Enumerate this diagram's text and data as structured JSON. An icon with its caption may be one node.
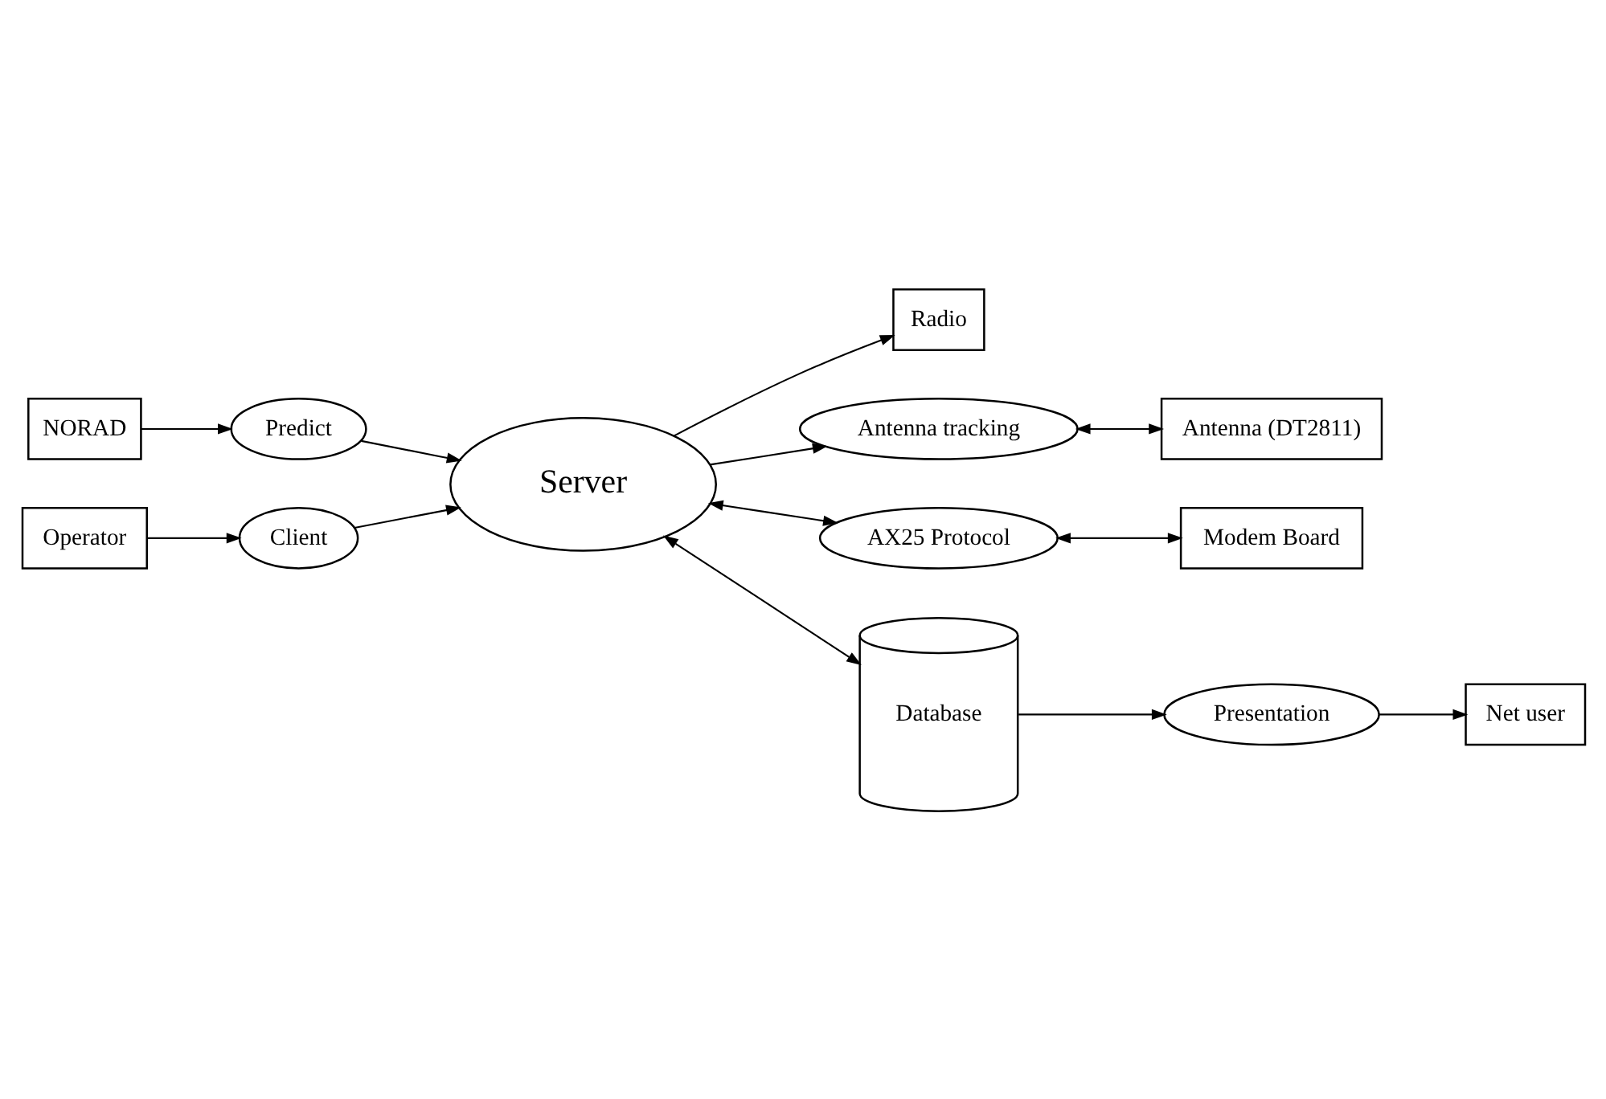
{
  "diagram": {
    "nodes": [
      {
        "text": [
          "Antenna (DT2811)"
        ]
      },
      {
        "text": [
          "Radio"
        ]
      },
      {
        "text": [
          "Modem Board"
        ]
      },
      {
        "text": [
          "Antenna tracking"
        ]
      },
      {
        "text": [
          "AX25 Protocol"
        ]
      },
      {
        "text": [
          "NORAD"
        ]
      },
      {
        "text": [
          "Predict"
        ]
      },
      {
        "text": [
          "Server"
        ]
      },
      {
        "text": [
          "Net user"
        ]
      },
      {
        "text": [
          "Presentation"
        ]
      },
      {
        "text": [
          "Client"
        ]
      },
      {
        "text": [
          "Database"
        ]
      },
      {
        "text": [
          "Operator"
        ]
      }
    ],
    "edges": [
      {
        "from": 3,
        "to": 0,
        "arrow": "both"
      },
      {
        "from": 7,
        "to": 1,
        "arrow": "to"
      },
      {
        "from": 4,
        "to": 2,
        "arrow": "both"
      },
      {
        "from": 7,
        "to": 3,
        "arrow": "to"
      },
      {
        "from": 7,
        "to": 4,
        "arrow": "both"
      },
      {
        "from": 5,
        "to": 6,
        "arrow": "to"
      },
      {
        "from": 6,
        "to": 7,
        "arrow": "to"
      },
      {
        "from": 10,
        "to": 7,
        "arrow": "to"
      },
      {
        "from": 12,
        "to": 10,
        "arrow": "to"
      },
      {
        "from": 7,
        "to": 11,
        "arrow": "both"
      },
      {
        "from": 11,
        "to": 9,
        "arrow": "to"
      },
      {
        "from": 9,
        "to": 8,
        "arrow": "to"
      }
    ]
  }
}
